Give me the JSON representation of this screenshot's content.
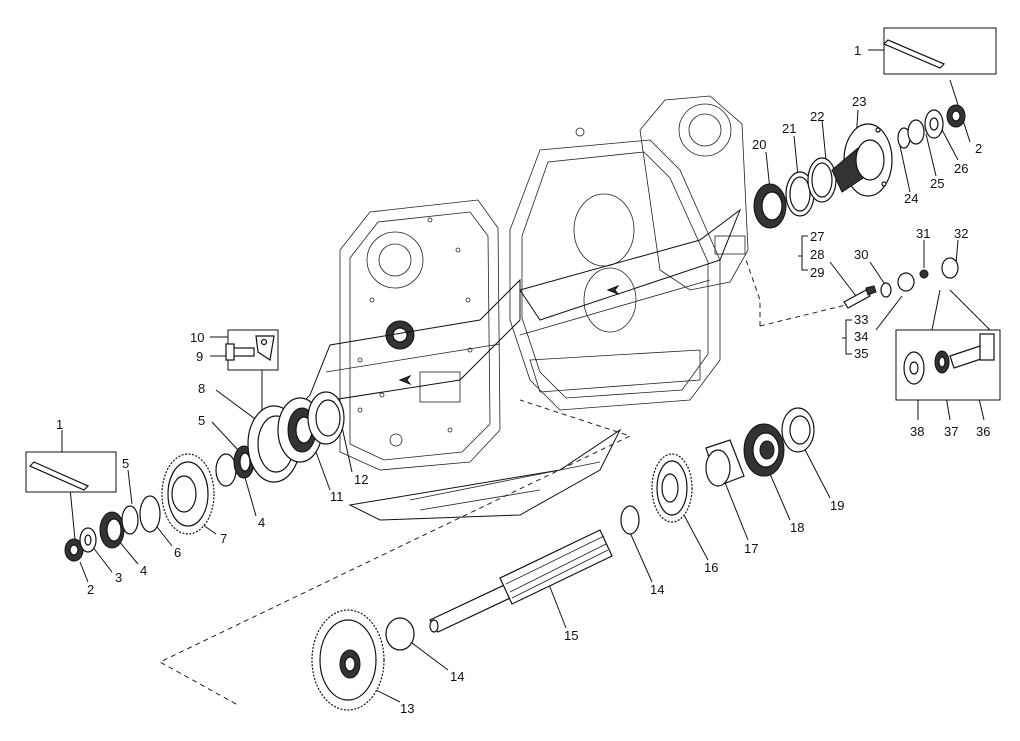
{
  "figure": {
    "callouts": [
      {
        "id": "c1a",
        "text": "1"
      },
      {
        "id": "c1b",
        "text": "1"
      },
      {
        "id": "c2a",
        "text": "2"
      },
      {
        "id": "c2b",
        "text": "2"
      },
      {
        "id": "c3",
        "text": "3"
      },
      {
        "id": "c4a",
        "text": "4"
      },
      {
        "id": "c4b",
        "text": "4"
      },
      {
        "id": "c5a",
        "text": "5"
      },
      {
        "id": "c5b",
        "text": "5"
      },
      {
        "id": "c6",
        "text": "6"
      },
      {
        "id": "c7",
        "text": "7"
      },
      {
        "id": "c8",
        "text": "8"
      },
      {
        "id": "c9",
        "text": "9"
      },
      {
        "id": "c10",
        "text": "10"
      },
      {
        "id": "c11",
        "text": "11"
      },
      {
        "id": "c12",
        "text": "12"
      },
      {
        "id": "c13",
        "text": "13"
      },
      {
        "id": "c14a",
        "text": "14"
      },
      {
        "id": "c14b",
        "text": "14"
      },
      {
        "id": "c15",
        "text": "15"
      },
      {
        "id": "c16",
        "text": "16"
      },
      {
        "id": "c17",
        "text": "17"
      },
      {
        "id": "c18",
        "text": "18"
      },
      {
        "id": "c19",
        "text": "19"
      },
      {
        "id": "c20",
        "text": "20"
      },
      {
        "id": "c21",
        "text": "21"
      },
      {
        "id": "c22",
        "text": "22"
      },
      {
        "id": "c23",
        "text": "23"
      },
      {
        "id": "c24",
        "text": "24"
      },
      {
        "id": "c25",
        "text": "25"
      },
      {
        "id": "c26",
        "text": "26"
      },
      {
        "id": "c27",
        "text": "27"
      },
      {
        "id": "c28",
        "text": "28"
      },
      {
        "id": "c29",
        "text": "29"
      },
      {
        "id": "c30",
        "text": "30"
      },
      {
        "id": "c31",
        "text": "31"
      },
      {
        "id": "c32",
        "text": "32"
      },
      {
        "id": "c33",
        "text": "33"
      },
      {
        "id": "c34",
        "text": "34"
      },
      {
        "id": "c35",
        "text": "35"
      },
      {
        "id": "c36",
        "text": "36"
      },
      {
        "id": "c37",
        "text": "37"
      },
      {
        "id": "c38",
        "text": "38"
      }
    ]
  }
}
